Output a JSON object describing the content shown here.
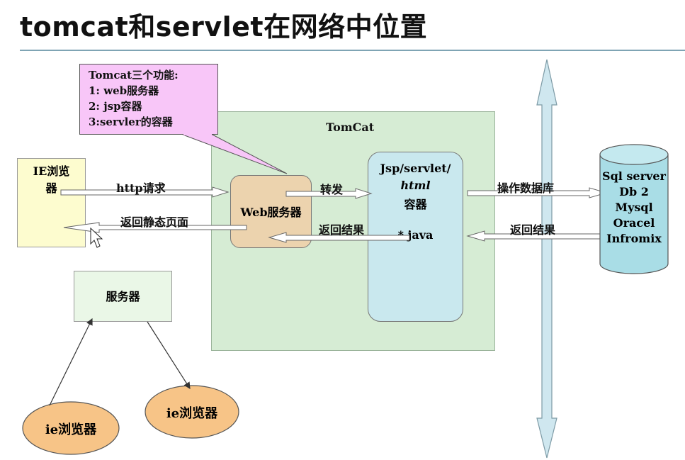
{
  "title": "tomcat和servlet在网络中位置",
  "callout": {
    "lines": [
      "Tomcat三个功能:",
      "1: web服务器",
      "2: jsp容器",
      "3:servler的容器"
    ]
  },
  "tomcat_label": "TomCat",
  "ie_box": {
    "lines": [
      "IE浏览",
      "器"
    ]
  },
  "web_server": "Web服务器",
  "container": {
    "line1": "Jsp/servlet/",
    "line2": "html",
    "line3": "容器",
    "java": "*.java"
  },
  "server_box": "服务器",
  "edges": {
    "http_request": "http请求",
    "return_static": "返回静态页面",
    "forward": "转发",
    "return_result_inner": "返回结果",
    "operate_db": "操作数据库",
    "return_result_db": "返回结果"
  },
  "database": {
    "lines": [
      "Sql server",
      "Db 2",
      "Mysql",
      "Oracel",
      "Infromix"
    ]
  },
  "ovals": [
    "ie浏览器",
    "ie浏览器"
  ],
  "colors": {
    "callout_fill": "#f8c6f8",
    "tomcat_fill": "#d6ecd4",
    "tomcat_label": "#d13a3a",
    "ie_fill": "#fdfccf",
    "web_fill": "#ecd3ae",
    "container_fill": "#c9e8ee",
    "db_fill": "#a9dde6",
    "oval_fill": "#f7c487",
    "bus_fill": "#cfe7ef"
  }
}
